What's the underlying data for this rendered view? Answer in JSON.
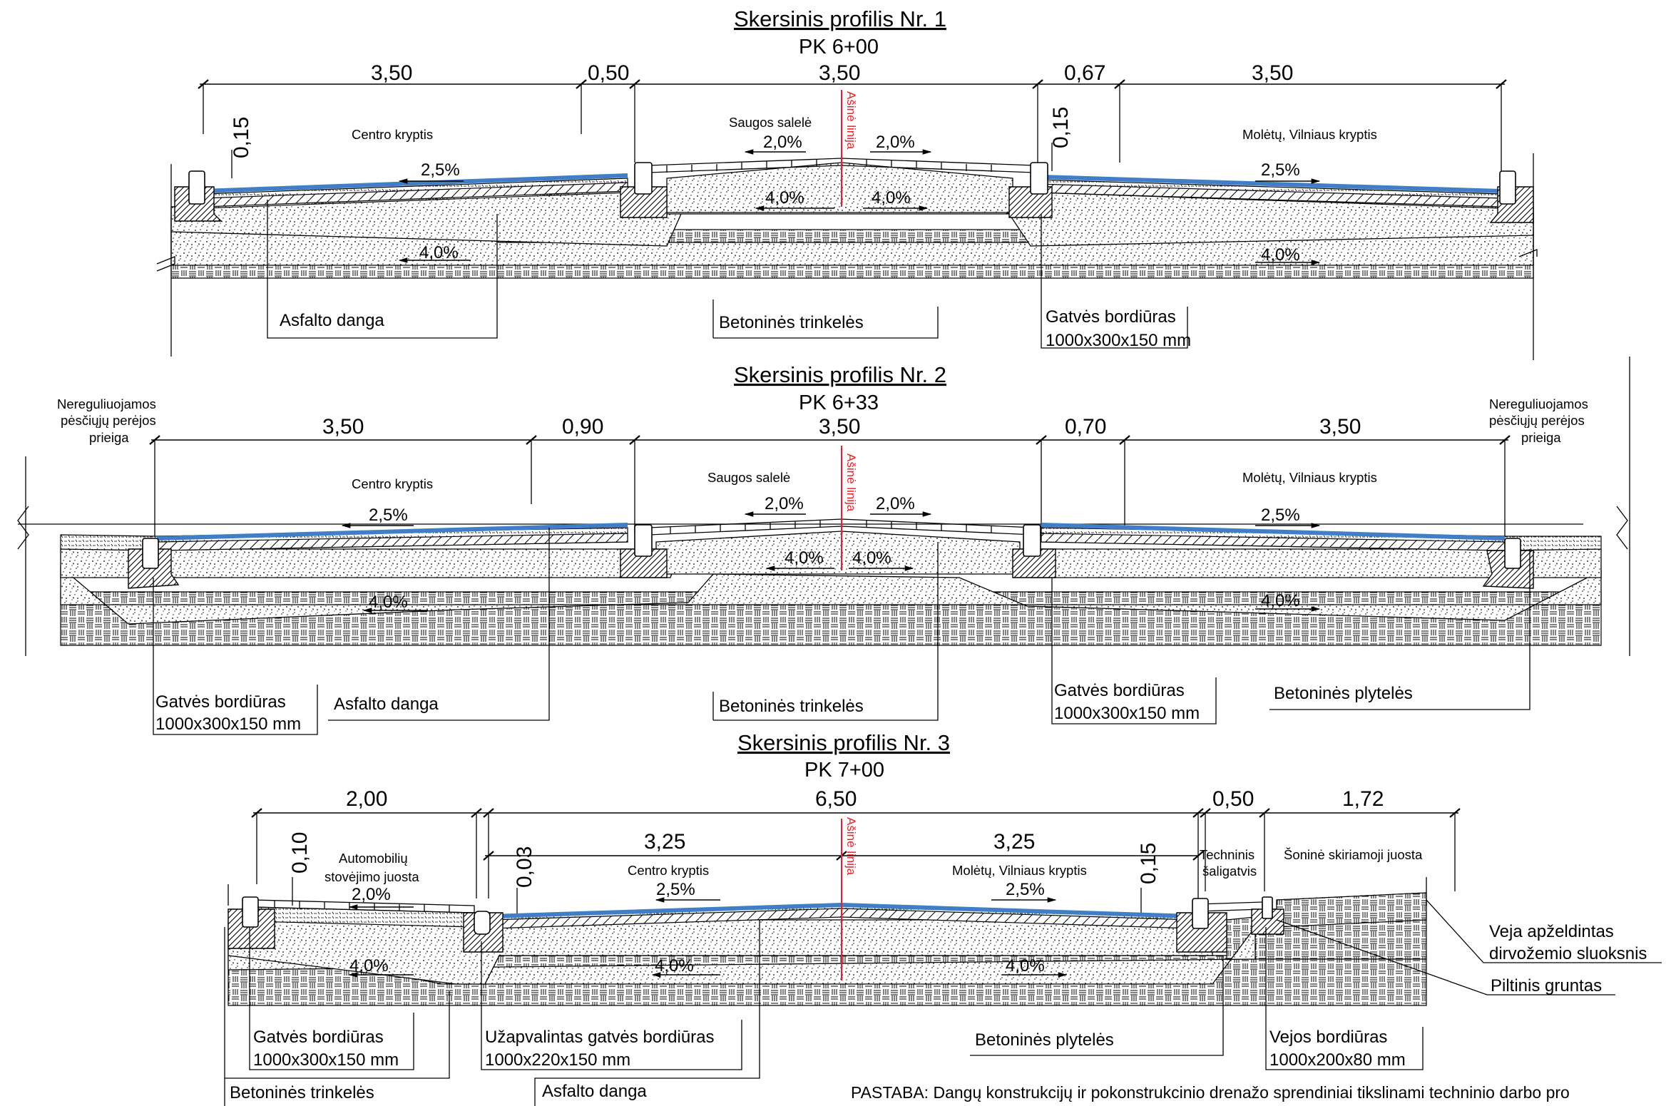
{
  "profiles": [
    {
      "title": "Skersinis profilis Nr. 1",
      "pk": "PK 6+00",
      "dims": [
        "3,50",
        "0,50",
        "3,50",
        "0,67",
        "3,50"
      ],
      "vdims": [
        "0,15",
        "0,15"
      ],
      "directions": [
        "Centro kryptis",
        "Saugos salelė",
        "Molėtų, Vilniaus kryptis"
      ],
      "slopes": [
        "2,5%",
        "2,0%",
        "2,0%",
        "2,5%",
        "4,0%",
        "4,0%",
        "4,0%",
        "4,0%"
      ],
      "axis_label": "Ašinė linija",
      "labels": [
        "Asfalto danga",
        "Betoninės trinkelės",
        "Gatvės bordiūras",
        "1000x300x150 mm"
      ]
    },
    {
      "title": "Skersinis profilis Nr. 2",
      "pk": "PK 6+33",
      "dims": [
        "3,50",
        "0,90",
        "3,50",
        "0,70",
        "3,50"
      ],
      "crossing_left": [
        "Nereguliuojamos",
        "pėsčiųjų perėjos",
        "prieiga"
      ],
      "crossing_right": [
        "Nereguliuojamos",
        "pėsčiųjų perėjos",
        "prieiga"
      ],
      "directions": [
        "Centro kryptis",
        "Saugos salelė",
        "Molėtų, Vilniaus kryptis"
      ],
      "slopes": [
        "2,5%",
        "2,0%",
        "2,0%",
        "2,5%",
        "4,0%",
        "4,0%",
        "4,0%",
        "4,0%"
      ],
      "axis_label": "Ašinė linija",
      "labels": [
        "Gatvės bordiūras",
        "1000x300x150 mm",
        "Asfalto danga",
        "Betoninės trinkelės",
        "Gatvės bordiūras",
        "1000x300x150 mm",
        "Betoninės plytelės"
      ]
    },
    {
      "title": "Skersinis profilis Nr. 3",
      "pk": "PK 7+00",
      "dims_top": [
        "2,00",
        "6,50",
        "0,50",
        "1,72"
      ],
      "dims_sub": [
        "3,25",
        "3,25"
      ],
      "vdims": [
        "0,10",
        "0,03",
        "0,15"
      ],
      "directions": [
        "Automobilių",
        "stovėjimo juosta",
        "Centro kryptis",
        "Molėtų, Vilniaus kryptis",
        "Techninis",
        "šaligatvis",
        "Šoninė skiriamoji juosta"
      ],
      "slopes": [
        "2,0%",
        "2,5%",
        "2,5%",
        "4,0%",
        "4,0%",
        "4,0%"
      ],
      "axis_label": "Ašinė linija",
      "labels": [
        "Gatvės bordiūras",
        "1000x300x150 mm",
        "Užapvalintas gatvės bordiūras",
        "1000x220x150 mm",
        "Betoninės plytelės",
        "Vejos bordiūras",
        "1000x200x80 mm",
        "Betoninės trinkelės",
        "Asfalto danga"
      ],
      "side_labels": [
        "Veja apželdintas",
        "dirvožemio sluoksnis",
        "Piltinis gruntas"
      ]
    }
  ],
  "note": "PASTABA: Dangų konstrukcijų ir pokonstrukcinio drenažo sprendiniai tikslinami techninio darbo pro",
  "colors": {
    "asphalt": "#3f7fc8",
    "axis": "#e8202a"
  }
}
